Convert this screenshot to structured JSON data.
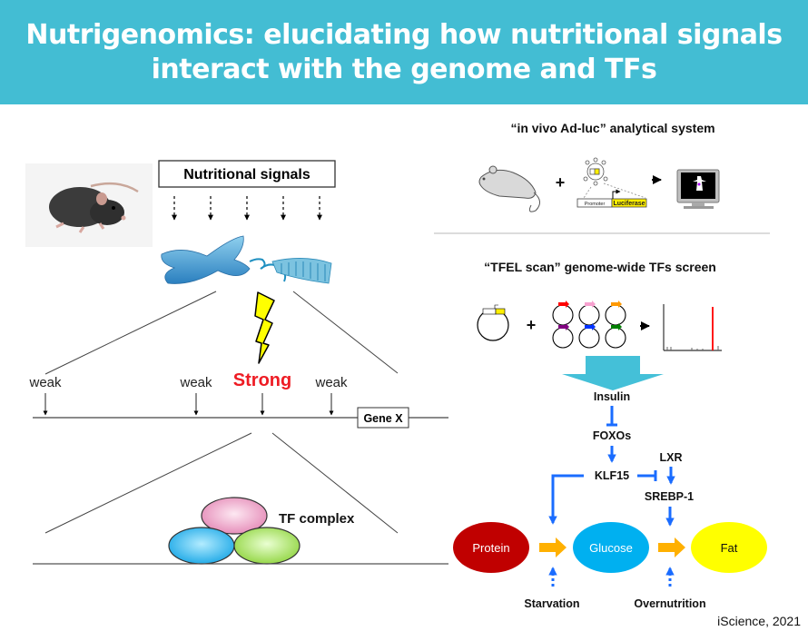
{
  "header": {
    "title_line1": "Nutrigenomics: elucidating how nutritional signals",
    "title_line2": "interact with the genome and TFs",
    "background_color": "#43bdd3"
  },
  "left_panel": {
    "nutritional_signals_label": "Nutritional signals",
    "binding_sites": [
      {
        "label": "weak",
        "strength": "weak"
      },
      {
        "label": "weak",
        "strength": "weak"
      },
      {
        "label": "Strong",
        "strength": "strong"
      },
      {
        "label": "weak",
        "strength": "weak"
      }
    ],
    "gene_label": "Gene X",
    "tf_complex_label": "TF complex",
    "strong_color": "#ee1c24"
  },
  "right_panel": {
    "adluc": {
      "title": "“in vivo Ad-luc” analytical system",
      "plus": "+",
      "promoter_label": "Promoter",
      "luciferase_label": "Luciferase"
    },
    "tfel": {
      "title": "“TFEL scan” genome-wide TFs screen",
      "plus": "+",
      "plasmid_colors": [
        "#ff0000",
        "#f7a1cf",
        "#ff9900",
        "#800080",
        "#0033ff",
        "#008000"
      ]
    },
    "pathway": {
      "insulin": "Insulin",
      "foxos": "FOXOs",
      "klf15": "KLF15",
      "lxr": "LXR",
      "srebp1": "SREBP-1",
      "nodes": [
        {
          "label": "Protein",
          "color": "#c00000"
        },
        {
          "label": "Glucose",
          "color": "#00b0f0"
        },
        {
          "label": "Fat",
          "color": "#ffff00"
        }
      ],
      "starvation": "Starvation",
      "overnutrition": "Overnutrition"
    },
    "citation": "iScience, 2021"
  }
}
